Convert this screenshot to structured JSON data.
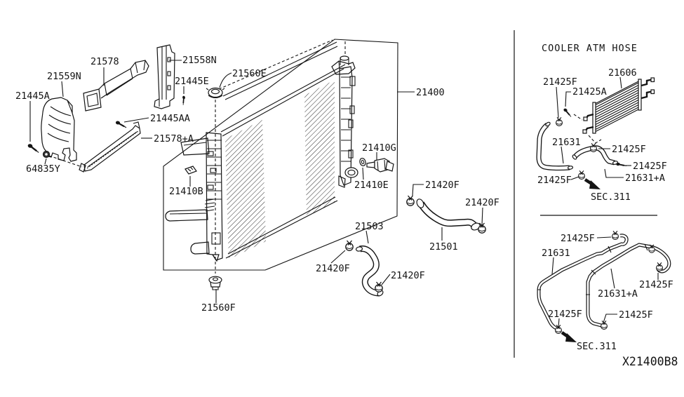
{
  "diagram": {
    "section_title": "COOLER ATM HOSE",
    "diagram_code": "X21400B8"
  },
  "callouts": [
    {
      "part": "21445A",
      "text": "21445A"
    },
    {
      "part": "21559N",
      "text": "21559N"
    },
    {
      "part": "21578",
      "text": "21578"
    },
    {
      "part": "21558N",
      "text": "21558N"
    },
    {
      "part": "21445E",
      "text": "21445E"
    },
    {
      "part": "21560E",
      "text": "21560E"
    },
    {
      "part": "21445AA",
      "text": "21445AA"
    },
    {
      "part": "21578+A",
      "text": "21578+A"
    },
    {
      "part": "64835Y",
      "text": "64835Y"
    },
    {
      "part": "21410B",
      "text": "21410B"
    },
    {
      "part": "21400",
      "text": "21400"
    },
    {
      "part": "21410G",
      "text": "21410G"
    },
    {
      "part": "21410E",
      "text": "21410E"
    },
    {
      "part": "21420F",
      "text": "21420F"
    },
    {
      "part": "21420F",
      "text": "21420F"
    },
    {
      "part": "21503",
      "text": "21503"
    },
    {
      "part": "21501",
      "text": "21501"
    },
    {
      "part": "21420F",
      "text": "21420F"
    },
    {
      "part": "21420F",
      "text": "21420F"
    },
    {
      "part": "21560F",
      "text": "21560F"
    },
    {
      "part": "21425F",
      "text": "21425F"
    },
    {
      "part": "21425A",
      "text": "21425A"
    },
    {
      "part": "21606",
      "text": "21606"
    },
    {
      "part": "21631",
      "text": "21631"
    },
    {
      "part": "21425F",
      "text": "21425F"
    },
    {
      "part": "21425F",
      "text": "21425F"
    },
    {
      "part": "21631+A",
      "text": "21631+A"
    },
    {
      "part": "21425F",
      "text": "21425F"
    },
    {
      "part": "SEC.311",
      "text": "SEC.311"
    },
    {
      "part": "21425F",
      "text": "21425F"
    },
    {
      "part": "21631",
      "text": "21631"
    },
    {
      "part": "21631+A",
      "text": "21631+A"
    },
    {
      "part": "21425F",
      "text": "21425F"
    },
    {
      "part": "21425F",
      "text": "21425F"
    },
    {
      "part": "21425F",
      "text": "21425F"
    },
    {
      "part": "SEC.311",
      "text": "SEC.311"
    }
  ]
}
